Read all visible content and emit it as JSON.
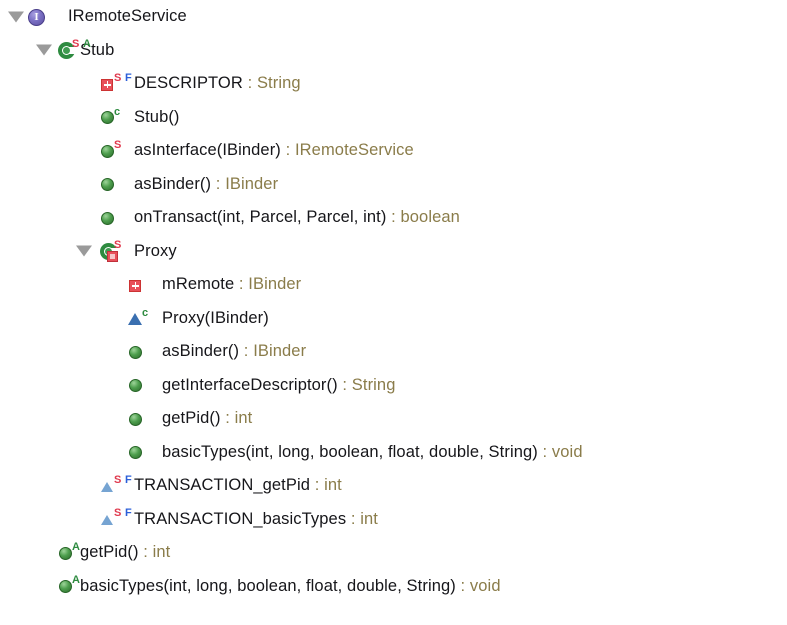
{
  "view": {
    "name": "java-outline-tree",
    "background": "#ffffff",
    "text_color": "#16161a",
    "type_color": "#8a7c4a",
    "twisty_color": "#9a9a9a"
  },
  "rows": [
    {
      "name": "IRemoteService",
      "label": "IRemoteService",
      "separator": "",
      "type": "",
      "depth": 0,
      "icon": "interface-icon",
      "modifiers": [],
      "expanded": true,
      "has_twisty": true
    },
    {
      "name": "Stub",
      "label": "Stub",
      "separator": "",
      "type": "",
      "depth": 1,
      "icon": "class-icon",
      "modifiers": [
        "S",
        "A"
      ],
      "expanded": true,
      "has_twisty": true
    },
    {
      "name": "DESCRIPTOR",
      "label": "DESCRIPTOR",
      "separator": " : ",
      "type": "String",
      "depth": 2,
      "icon": "private-field-icon",
      "modifiers": [
        "S",
        "F"
      ],
      "expanded": false,
      "has_twisty": false
    },
    {
      "name": "Stub()",
      "label": "Stub()",
      "separator": "",
      "type": "",
      "depth": 2,
      "icon": "public-method-icon",
      "modifiers": [
        "c"
      ],
      "expanded": false,
      "has_twisty": false
    },
    {
      "name": "asInterface",
      "label": "asInterface(IBinder)",
      "separator": " : ",
      "type": "IRemoteService",
      "depth": 2,
      "icon": "public-method-icon",
      "modifiers": [
        "S"
      ],
      "expanded": false,
      "has_twisty": false
    },
    {
      "name": "asBinder",
      "label": "asBinder()",
      "separator": " : ",
      "type": "IBinder",
      "depth": 2,
      "icon": "public-method-icon",
      "modifiers": [],
      "expanded": false,
      "has_twisty": false
    },
    {
      "name": "onTransact",
      "label": "onTransact(int, Parcel, Parcel, int)",
      "separator": " : ",
      "type": "boolean",
      "depth": 2,
      "icon": "public-method-icon",
      "modifiers": [],
      "expanded": false,
      "has_twisty": false
    },
    {
      "name": "Proxy",
      "label": "Proxy",
      "separator": "",
      "type": "",
      "depth": 2,
      "icon": "private-class-icon",
      "modifiers": [
        "S"
      ],
      "expanded": true,
      "has_twisty": true
    },
    {
      "name": "mRemote",
      "label": "mRemote",
      "separator": " : ",
      "type": "IBinder",
      "depth": 3,
      "icon": "private-field-icon",
      "modifiers": [],
      "expanded": false,
      "has_twisty": false
    },
    {
      "name": "Proxy(IBinder)",
      "label": "Proxy(IBinder)",
      "separator": "",
      "type": "",
      "depth": 3,
      "icon": "default-method-icon",
      "modifiers": [
        "c"
      ],
      "expanded": false,
      "has_twisty": false
    },
    {
      "name": "proxy-asBinder",
      "label": "asBinder()",
      "separator": " : ",
      "type": "IBinder",
      "depth": 3,
      "icon": "public-method-icon",
      "modifiers": [],
      "expanded": false,
      "has_twisty": false
    },
    {
      "name": "getInterfaceDescriptor",
      "label": "getInterfaceDescriptor()",
      "separator": " : ",
      "type": "String",
      "depth": 3,
      "icon": "public-method-icon",
      "modifiers": [],
      "expanded": false,
      "has_twisty": false
    },
    {
      "name": "proxy-getPid",
      "label": "getPid()",
      "separator": " : ",
      "type": "int",
      "depth": 3,
      "icon": "public-method-icon",
      "modifiers": [],
      "expanded": false,
      "has_twisty": false
    },
    {
      "name": "proxy-basicTypes",
      "label": "basicTypes(int, long, boolean, float, double, String)",
      "separator": " : ",
      "type": "void",
      "depth": 3,
      "icon": "public-method-icon",
      "modifiers": [],
      "expanded": false,
      "has_twisty": false
    },
    {
      "name": "TRANSACTION_getPid",
      "label": "TRANSACTION_getPid",
      "separator": " : ",
      "type": "int",
      "depth": 2,
      "icon": "default-field-icon",
      "modifiers": [
        "S",
        "F"
      ],
      "expanded": false,
      "has_twisty": false
    },
    {
      "name": "TRANSACTION_basicTypes",
      "label": "TRANSACTION_basicTypes",
      "separator": " : ",
      "type": "int",
      "depth": 2,
      "icon": "default-field-icon",
      "modifiers": [
        "S",
        "F"
      ],
      "expanded": false,
      "has_twisty": false
    },
    {
      "name": "iface-getPid",
      "label": "getPid()",
      "separator": " : ",
      "type": "int",
      "depth": 1,
      "icon": "public-method-icon",
      "modifiers": [
        "A"
      ],
      "expanded": false,
      "has_twisty": false
    },
    {
      "name": "iface-basicTypes",
      "label": "basicTypes(int, long, boolean, float, double, String)",
      "separator": " : ",
      "type": "void",
      "depth": 1,
      "icon": "public-method-icon",
      "modifiers": [
        "A"
      ],
      "expanded": false,
      "has_twisty": false
    }
  ]
}
